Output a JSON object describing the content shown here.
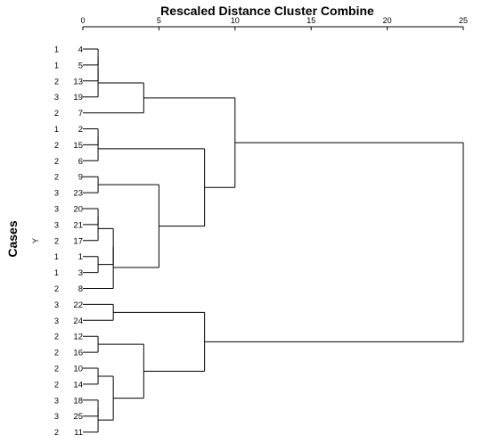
{
  "chart_data": {
    "type": "dendrogram",
    "title": "Rescaled  Distance Cluster Combine",
    "ylabel": "Cases",
    "group_label": "Y",
    "xlim": [
      0,
      25
    ],
    "x_ticks": [
      0,
      5,
      10,
      15,
      20,
      25
    ],
    "cases": [
      {
        "case": "4",
        "group": "1"
      },
      {
        "case": "5",
        "group": "1"
      },
      {
        "case": "13",
        "group": "2"
      },
      {
        "case": "19",
        "group": "3"
      },
      {
        "case": "7",
        "group": "2"
      },
      {
        "case": "2",
        "group": "1"
      },
      {
        "case": "15",
        "group": "2"
      },
      {
        "case": "6",
        "group": "2"
      },
      {
        "case": "9",
        "group": "2"
      },
      {
        "case": "23",
        "group": "3"
      },
      {
        "case": "20",
        "group": "3"
      },
      {
        "case": "21",
        "group": "3"
      },
      {
        "case": "17",
        "group": "2"
      },
      {
        "case": "1",
        "group": "1"
      },
      {
        "case": "3",
        "group": "1"
      },
      {
        "case": "8",
        "group": "2"
      },
      {
        "case": "22",
        "group": "3"
      },
      {
        "case": "24",
        "group": "3"
      },
      {
        "case": "12",
        "group": "2"
      },
      {
        "case": "16",
        "group": "2"
      },
      {
        "case": "10",
        "group": "2"
      },
      {
        "case": "14",
        "group": "2"
      },
      {
        "case": "18",
        "group": "3"
      },
      {
        "case": "25",
        "group": "3"
      },
      {
        "case": "11",
        "group": "2"
      }
    ],
    "merges": [
      {
        "id": "A",
        "children": [
          "4",
          "5"
        ],
        "height": 1
      },
      {
        "id": "B",
        "children": [
          "A",
          "13"
        ],
        "height": 1
      },
      {
        "id": "C",
        "children": [
          "B",
          "19"
        ],
        "height": 1
      },
      {
        "id": "D",
        "children": [
          "C",
          "7"
        ],
        "height": 4
      },
      {
        "id": "E",
        "children": [
          "2",
          "15"
        ],
        "height": 1
      },
      {
        "id": "F",
        "children": [
          "E",
          "6"
        ],
        "height": 1
      },
      {
        "id": "G",
        "children": [
          "9",
          "23"
        ],
        "height": 1
      },
      {
        "id": "H",
        "children": [
          "20",
          "21"
        ],
        "height": 1
      },
      {
        "id": "I",
        "children": [
          "H",
          "17"
        ],
        "height": 1
      },
      {
        "id": "J",
        "children": [
          "1",
          "3"
        ],
        "height": 1
      },
      {
        "id": "K",
        "children": [
          "I",
          "J"
        ],
        "height": 2
      },
      {
        "id": "L",
        "children": [
          "K",
          "8"
        ],
        "height": 2
      },
      {
        "id": "M",
        "children": [
          "G",
          "L"
        ],
        "height": 5
      },
      {
        "id": "N",
        "children": [
          "F",
          "M"
        ],
        "height": 8
      },
      {
        "id": "O",
        "children": [
          "D",
          "N"
        ],
        "height": 10
      },
      {
        "id": "P",
        "children": [
          "22",
          "24"
        ],
        "height": 2
      },
      {
        "id": "Q",
        "children": [
          "12",
          "16"
        ],
        "height": 1
      },
      {
        "id": "R",
        "children": [
          "10",
          "14"
        ],
        "height": 1
      },
      {
        "id": "S",
        "children": [
          "18",
          "25"
        ],
        "height": 1
      },
      {
        "id": "T",
        "children": [
          "S",
          "11"
        ],
        "height": 1
      },
      {
        "id": "U",
        "children": [
          "R",
          "T"
        ],
        "height": 2
      },
      {
        "id": "V",
        "children": [
          "Q",
          "U"
        ],
        "height": 4
      },
      {
        "id": "W",
        "children": [
          "P",
          "V"
        ],
        "height": 8
      },
      {
        "id": "X",
        "children": [
          "O",
          "W"
        ],
        "height": 25
      }
    ]
  }
}
